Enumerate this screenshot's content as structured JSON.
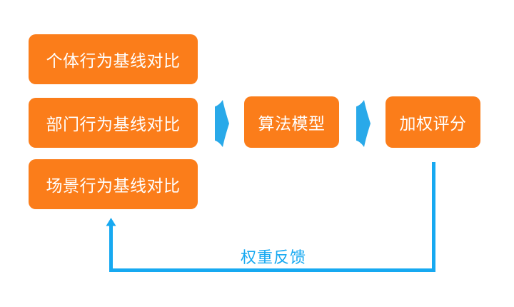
{
  "diagram": {
    "nodes": [
      {
        "id": "individual-baseline",
        "label": "个体行为基线对比"
      },
      {
        "id": "department-baseline",
        "label": "部门行为基线对比"
      },
      {
        "id": "scene-baseline",
        "label": "场景行为基线对比"
      },
      {
        "id": "algorithm-model",
        "label": "算法模型"
      },
      {
        "id": "weighted-score",
        "label": "加权评分"
      }
    ],
    "feedback_label": "权重反馈"
  },
  "colors": {
    "node_bg": "#FB7D1A",
    "node_text": "#FFFFFF",
    "arrow": "#29A9E9",
    "feedback": "#17A9F1",
    "background": "#FFFFFF"
  }
}
